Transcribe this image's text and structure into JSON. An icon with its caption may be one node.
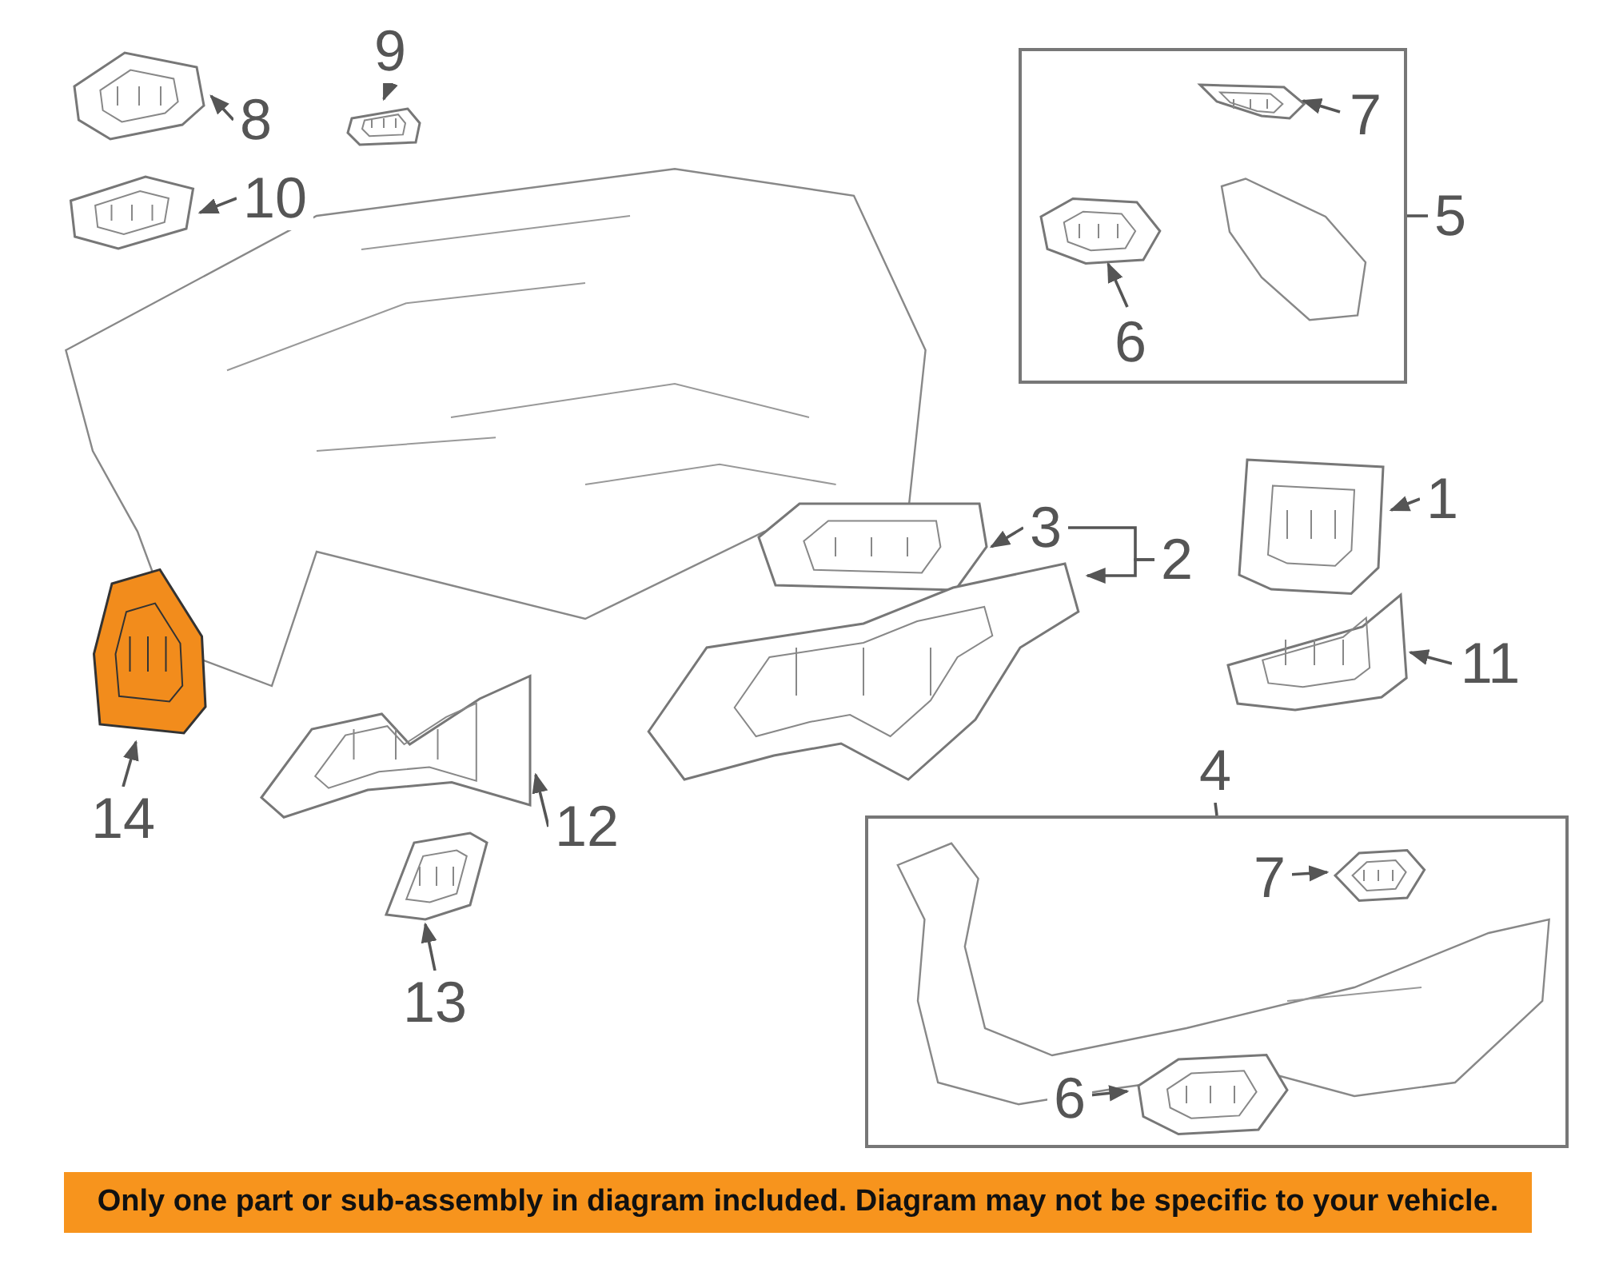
{
  "diagram": {
    "caption": "Only one part or sub-assembly in diagram included. Diagram may not be specific to your vehicle.",
    "nodes": [
      {
        "text": [
          "9"
        ]
      },
      {
        "text": [],
        "shape": "picture"
      },
      {
        "text": [
          "8"
        ]
      },
      {
        "text": [],
        "shape": "picture"
      },
      {
        "text": [
          "10"
        ]
      },
      {
        "text": [],
        "shape": "picture"
      },
      {
        "text": [],
        "shape": "box"
      },
      {
        "text": [
          "7"
        ],
        "in": 6
      },
      {
        "text": [],
        "shape": "picture",
        "in": 6
      },
      {
        "text": [
          "6"
        ],
        "in": 6
      },
      {
        "text": [],
        "shape": "picture",
        "in": 6
      },
      {
        "text": [
          "5"
        ]
      },
      {
        "text": [
          "3"
        ]
      },
      {
        "text": [],
        "shape": "picture"
      },
      {
        "text": [
          "2"
        ]
      },
      {
        "text": [],
        "shape": "picture"
      },
      {
        "text": [
          "1"
        ]
      },
      {
        "text": [],
        "shape": "picture"
      },
      {
        "text": [
          "11"
        ]
      },
      {
        "text": [],
        "shape": "picture"
      },
      {
        "text": [],
        "shape": "picture"
      },
      {
        "text": [
          "14"
        ]
      },
      {
        "text": [
          "12"
        ]
      },
      {
        "text": [],
        "shape": "picture"
      },
      {
        "text": [
          "13"
        ]
      },
      {
        "text": [],
        "shape": "picture"
      },
      {
        "text": [],
        "shape": "box"
      },
      {
        "text": [
          "7"
        ],
        "in": 26
      },
      {
        "text": [],
        "shape": "picture",
        "in": 26
      },
      {
        "text": [
          "6"
        ],
        "in": 26
      },
      {
        "text": [],
        "shape": "picture",
        "in": 26
      },
      {
        "text": [
          "4"
        ]
      }
    ],
    "edges": [
      {
        "from": 0,
        "to": 1,
        "arrow": "to"
      },
      {
        "from": 2,
        "to": 3,
        "arrow": "to"
      },
      {
        "from": 4,
        "to": 5,
        "arrow": "to"
      },
      {
        "from": 7,
        "to": 8,
        "arrow": "to"
      },
      {
        "from": 9,
        "to": 10,
        "arrow": "to"
      },
      {
        "from": 11,
        "to": 6,
        "arrow": "none"
      },
      {
        "from": 12,
        "to": 13,
        "arrow": "to"
      },
      {
        "from": 14,
        "to": 12,
        "arrow": "none"
      },
      {
        "from": 14,
        "to": 15,
        "arrow": "to"
      },
      {
        "from": 16,
        "to": 17,
        "arrow": "to"
      },
      {
        "from": 18,
        "to": 19,
        "arrow": "to"
      },
      {
        "from": 21,
        "to": 20,
        "arrow": "to"
      },
      {
        "from": 22,
        "to": 23,
        "arrow": "to"
      },
      {
        "from": 24,
        "to": 25,
        "arrow": "to"
      },
      {
        "from": 27,
        "to": 28,
        "arrow": "to"
      },
      {
        "from": 29,
        "to": 30,
        "arrow": "to"
      },
      {
        "from": 31,
        "to": 26,
        "arrow": "none"
      }
    ]
  }
}
